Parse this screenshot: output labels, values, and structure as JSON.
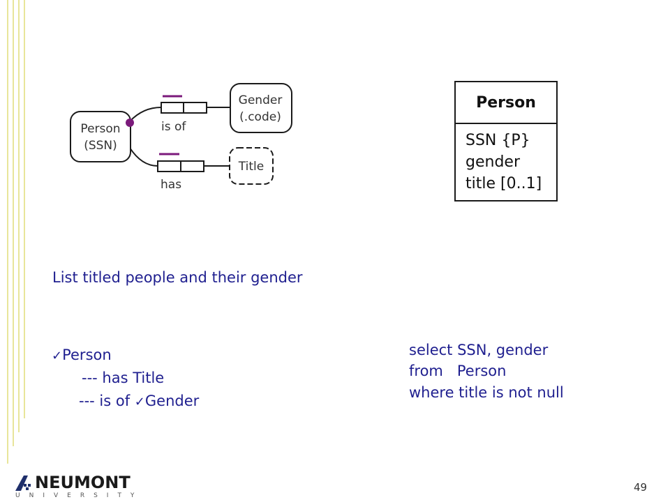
{
  "colors": {
    "accent_lines": "#e8e59a",
    "text_blue": "#1f1f8f",
    "role_marker": "#7b1a7b"
  },
  "orm": {
    "person": {
      "line1": "Person",
      "line2": "(SSN)"
    },
    "gender": {
      "line1": "Gender",
      "line2": "(.code)"
    },
    "title": "Title",
    "is_of": "is of",
    "has": "has"
  },
  "uml": {
    "class_name": "Person",
    "attributes": [
      "SSN {P}",
      "gender",
      "title [0..1]"
    ]
  },
  "query_title": "List titled people and their gender",
  "steps": {
    "line1": "Person",
    "line2": "--- has Title",
    "line3_prefix": "--- is of ",
    "line3_suffix": "Gender"
  },
  "sql": [
    "select SSN, gender",
    "from   Person",
    "where title is not null"
  ],
  "logo": {
    "name": "NEUMONT",
    "sub": "UNIVERSITY"
  },
  "page_number": "49"
}
